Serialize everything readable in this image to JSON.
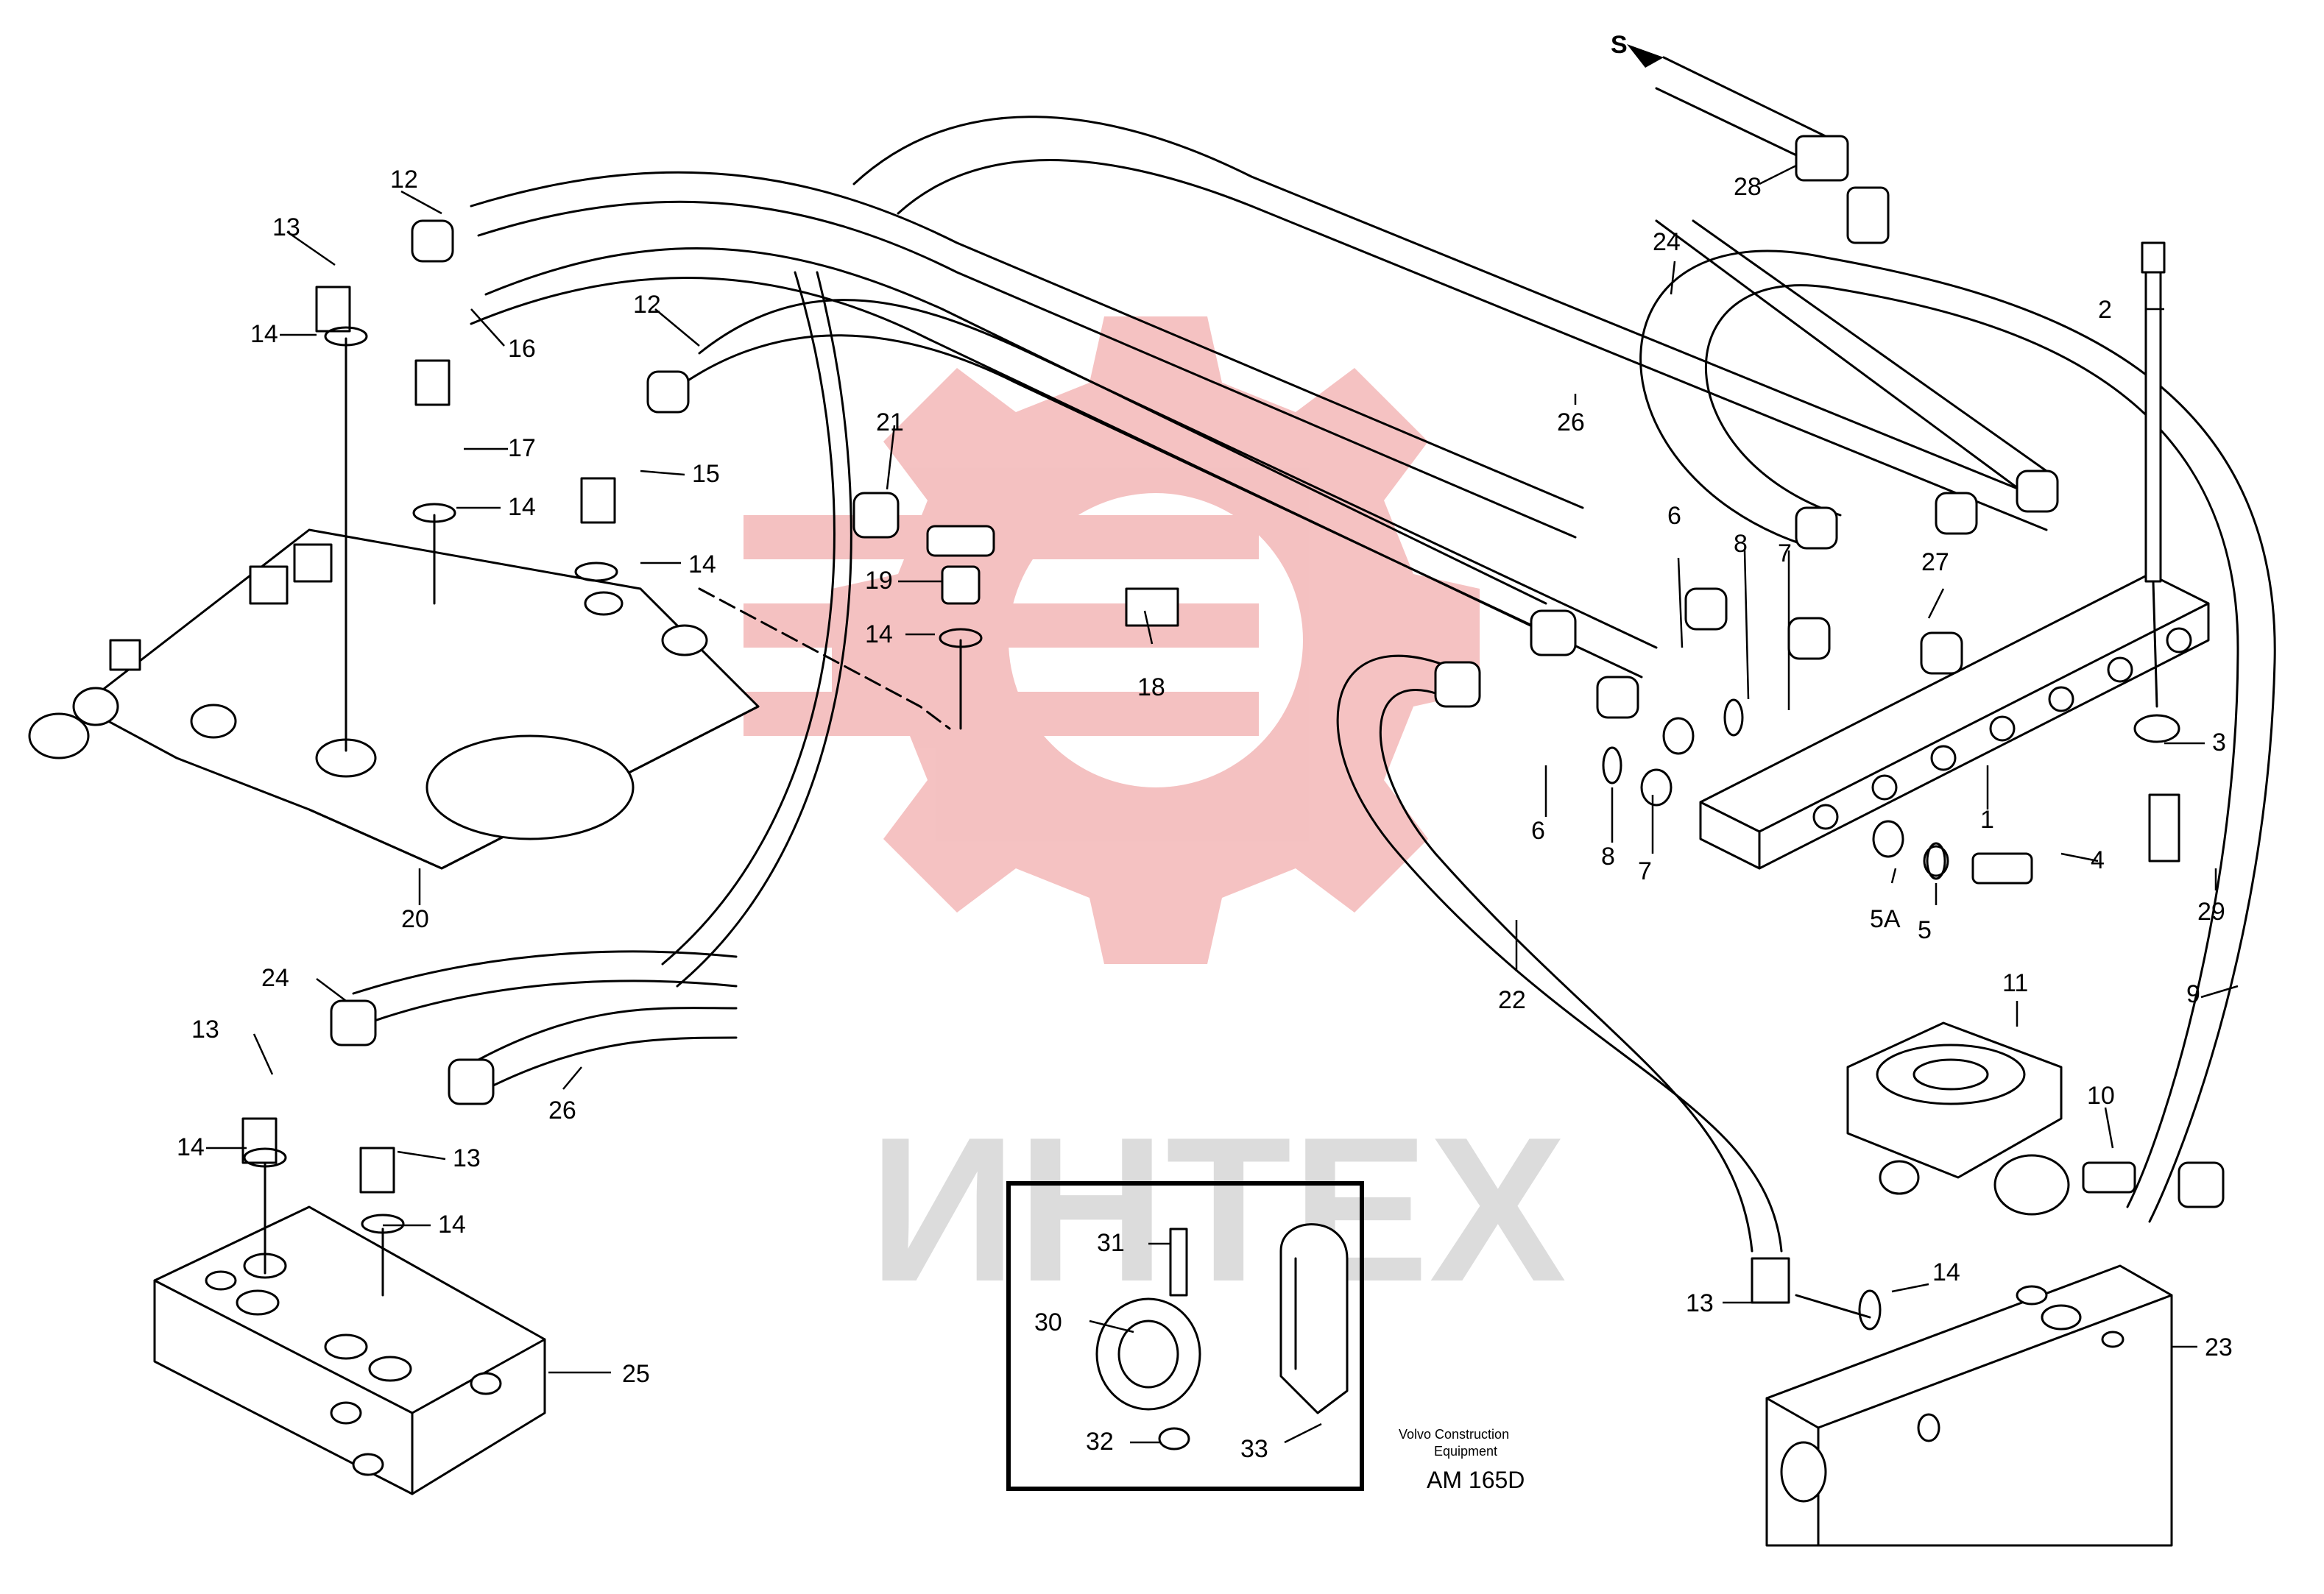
{
  "watermark": {
    "text": "ИНТЕХ",
    "gear_color": "#f3b7b7",
    "text_color": "#dcdcdc"
  },
  "arrow_label": "S",
  "footer": {
    "company_line1": "Volvo Construction",
    "company_line2": "Equipment",
    "drawing_code": "AM 165D"
  },
  "callouts": [
    "12",
    "13",
    "14",
    "16",
    "17",
    "14",
    "12",
    "15",
    "14",
    "21",
    "19",
    "14",
    "18",
    "20",
    "28",
    "24",
    "26",
    "2",
    "3",
    "6",
    "8",
    "7",
    "27",
    "1",
    "6",
    "8",
    "7",
    "4",
    "5A",
    "5",
    "29",
    "22",
    "9",
    "11",
    "10",
    "24",
    "13",
    "26",
    "13",
    "14",
    "14",
    "25",
    "31",
    "30",
    "32",
    "33",
    "13",
    "14",
    "23"
  ]
}
